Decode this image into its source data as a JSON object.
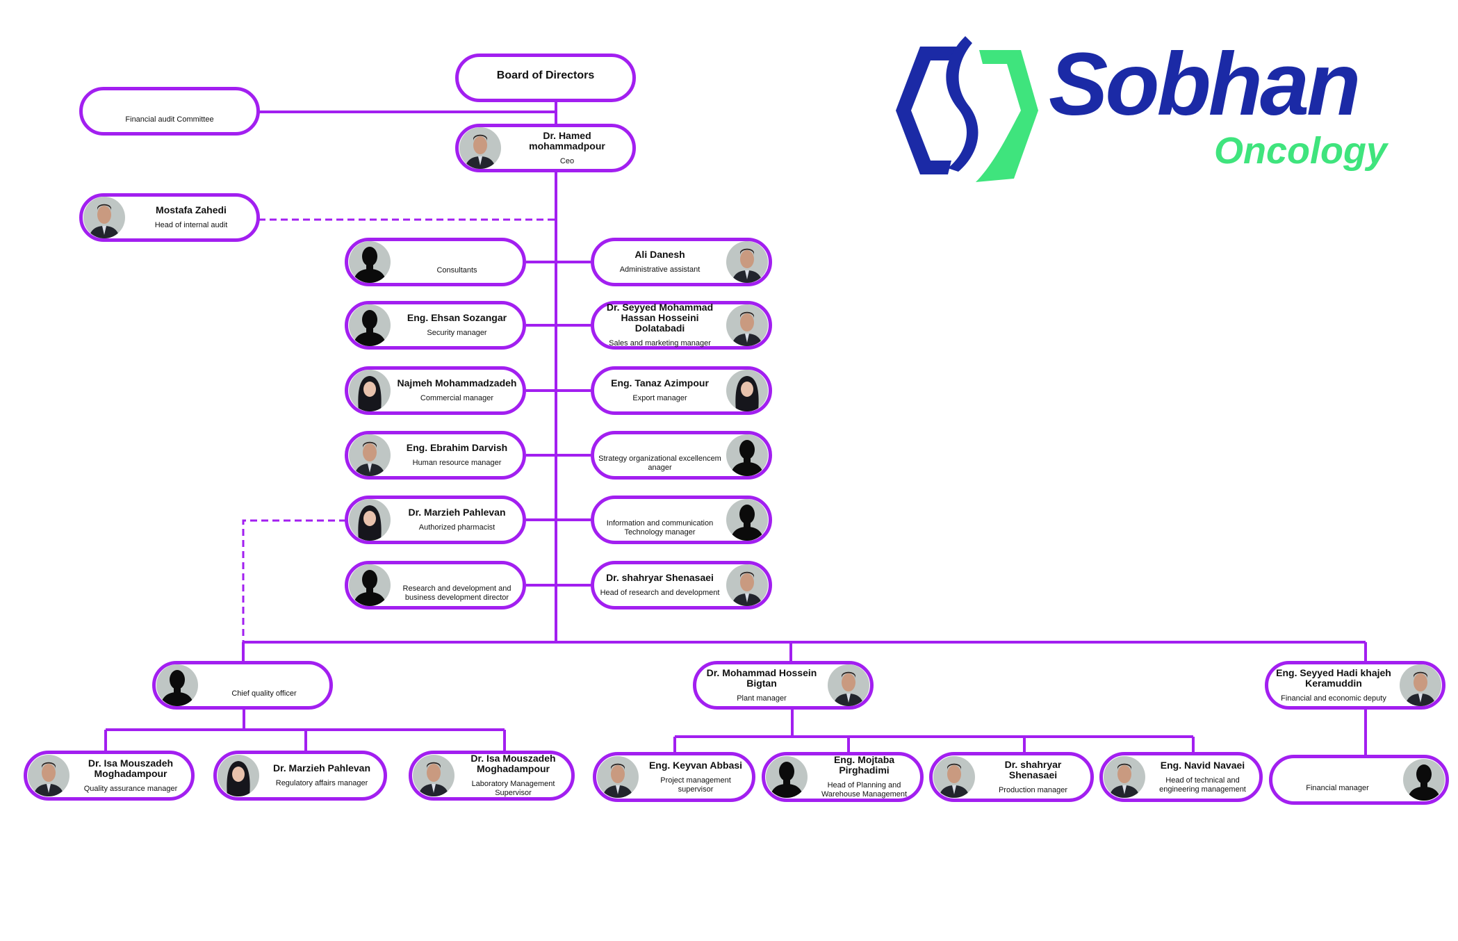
{
  "logo": {
    "name": "Sobhan",
    "subtitle": "Oncology",
    "colors": {
      "blue": "#1b2aa6",
      "green": "#3fe47d"
    }
  },
  "accent_color": "#a21ff0",
  "nodes": [
    {
      "name": "Board of Directors",
      "role": "",
      "avatar": "none"
    },
    {
      "name": "",
      "role": "Financial audit Committee",
      "avatar": "none"
    },
    {
      "name": "Dr. Hamed mohammadpour",
      "role": "Ceo",
      "avatar": "photo"
    },
    {
      "name": "Mostafa Zahedi",
      "role": "Head of internal audit",
      "avatar": "photo"
    },
    {
      "name": "",
      "role": "Consultants",
      "avatar": "silhouette"
    },
    {
      "name": "Eng. Ehsan Sozangar",
      "role": "Security manager",
      "avatar": "silhouette"
    },
    {
      "name": "Najmeh Mohammadzadeh",
      "role": "Commercial manager",
      "avatar": "photo-female"
    },
    {
      "name": "Eng. Ebrahim Darvish",
      "role": "Human resource manager",
      "avatar": "photo"
    },
    {
      "name": "Dr. Marzieh Pahlevan",
      "role": "Authorized pharmacist",
      "avatar": "photo-female"
    },
    {
      "name": "",
      "role": "Research and development and business development director",
      "avatar": "silhouette"
    },
    {
      "name": "Ali Danesh",
      "role": "Administrative assistant",
      "avatar": "photo"
    },
    {
      "name": "Dr. Seyyed Mohammad Hassan Hosseini Dolatabadi",
      "role": "Sales and marketing manager",
      "avatar": "photo"
    },
    {
      "name": "Eng. Tanaz Azimpour",
      "role": "Export manager",
      "avatar": "photo-female"
    },
    {
      "name": "",
      "role": "Strategy organizational excellencem anager",
      "avatar": "silhouette"
    },
    {
      "name": "",
      "role": "Information and  communication Technology manager",
      "avatar": "silhouette"
    },
    {
      "name": "Dr. shahryar Shenasaei",
      "role": "Head of research and development",
      "avatar": "photo"
    },
    {
      "name": "",
      "role": "Chief quality officer",
      "avatar": "silhouette"
    },
    {
      "name": "Dr. Mohammad Hossein Bigtan",
      "role": "Plant manager",
      "avatar": "photo"
    },
    {
      "name": "Eng. Seyyed Hadi khajeh Keramuddin",
      "role": "Financial and economic deputy",
      "avatar": "photo"
    },
    {
      "name": "Dr. Isa Mouszadeh Moghadampour",
      "role": "Quality assurance manager",
      "avatar": "photo"
    },
    {
      "name": "Dr. Marzieh Pahlevan",
      "role": "Regulatory affairs manager",
      "avatar": "photo-female"
    },
    {
      "name": "Dr. Isa Mouszadeh Moghadampour",
      "role": "Laboratory Management Supervisor",
      "avatar": "photo"
    },
    {
      "name": "Eng. Keyvan Abbasi",
      "role": "Project management supervisor",
      "avatar": "photo"
    },
    {
      "name": "Eng. Mojtaba Pirghadimi",
      "role": "Head of Planning and Warehouse Management",
      "avatar": "silhouette"
    },
    {
      "name": "Dr. shahryar Shenasaei",
      "role": "Production manager",
      "avatar": "photo"
    },
    {
      "name": "Eng. Navid Navaei",
      "role": "Head of technical and engineering management",
      "avatar": "photo"
    },
    {
      "name": "",
      "role": "Financial manager",
      "avatar": "silhouette"
    }
  ]
}
